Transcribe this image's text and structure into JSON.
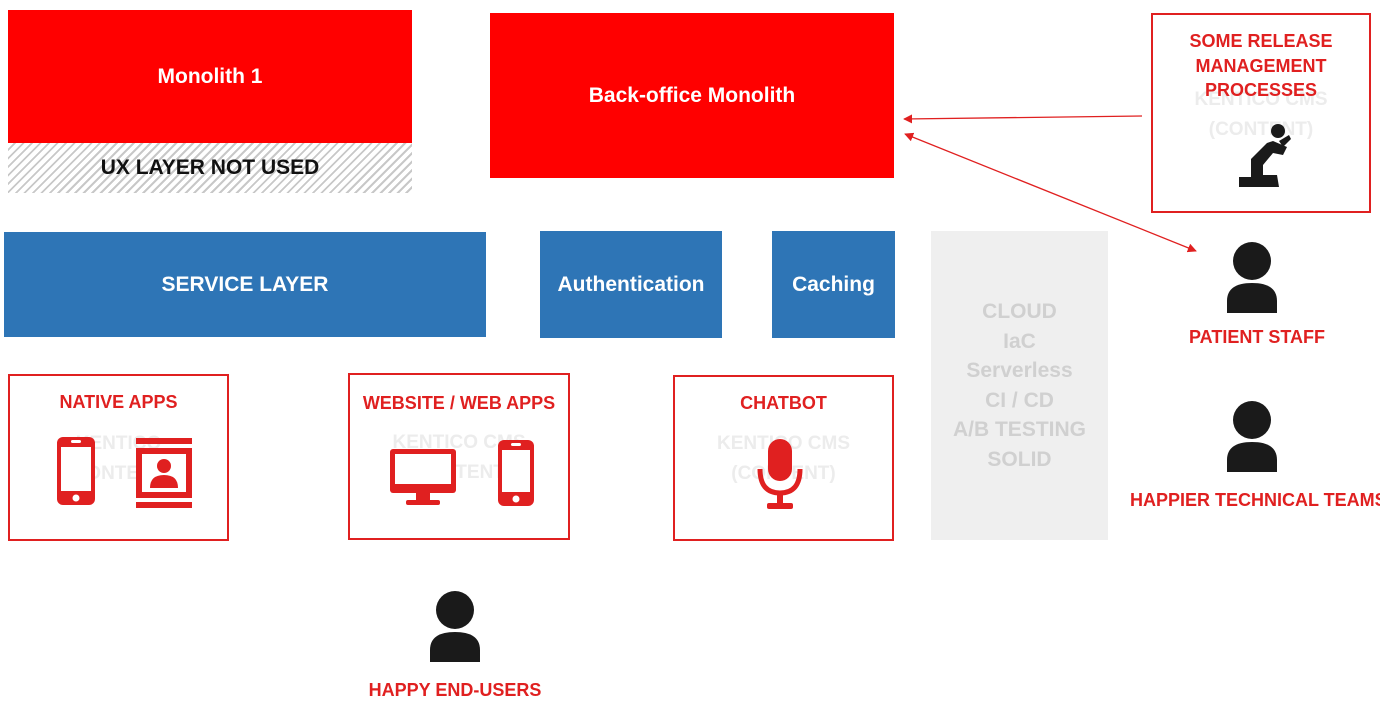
{
  "monolith1": {
    "title": "Monolith 1",
    "ux_note": "UX LAYER NOT USED"
  },
  "backoffice": {
    "title": "Back-office Monolith"
  },
  "release": {
    "title_lines": [
      "SOME RELEASE",
      "MANAGEMENT",
      "PROCESSES"
    ],
    "ghost_lines": [
      "KENTICO CMS",
      "(CONTENT)"
    ]
  },
  "services": {
    "service_layer": "SERVICE LAYER",
    "authentication": "Authentication",
    "caching": "Caching"
  },
  "cloud": {
    "items": [
      "CLOUD",
      "IaC",
      "Serverless",
      "CI / CD",
      "A/B TESTING",
      "SOLID"
    ]
  },
  "channels": {
    "native": {
      "title": "NATIVE APPS",
      "ghost_lines": [
        "KENTICO",
        "(CONTENT)"
      ]
    },
    "web": {
      "title": "WEBSITE / WEB APPS",
      "ghost_lines": [
        "KENTICO CMS",
        "(CONTENT)"
      ]
    },
    "chatbot": {
      "title": "CHATBOT",
      "ghost_lines": [
        "KENTICO CMS",
        "(CONTENT)"
      ]
    }
  },
  "people": {
    "patient_staff": "PATIENT STAFF",
    "happier_teams": "HAPPIER TECHNICAL TEAMS",
    "happy_users": "HAPPY END-USERS"
  },
  "colors": {
    "red": "#ff0000",
    "label_red": "#e02020",
    "blue": "#2e75b6",
    "grey_panel": "#efefef",
    "grey_text": "#d0d0d0",
    "dark": "#1a1a1a"
  },
  "icons": [
    "mobile-phone-icon",
    "contact-card-icon",
    "desktop-monitor-icon",
    "microphone-icon",
    "person-icon",
    "kneeling-person-icon",
    "arrow-icon"
  ]
}
